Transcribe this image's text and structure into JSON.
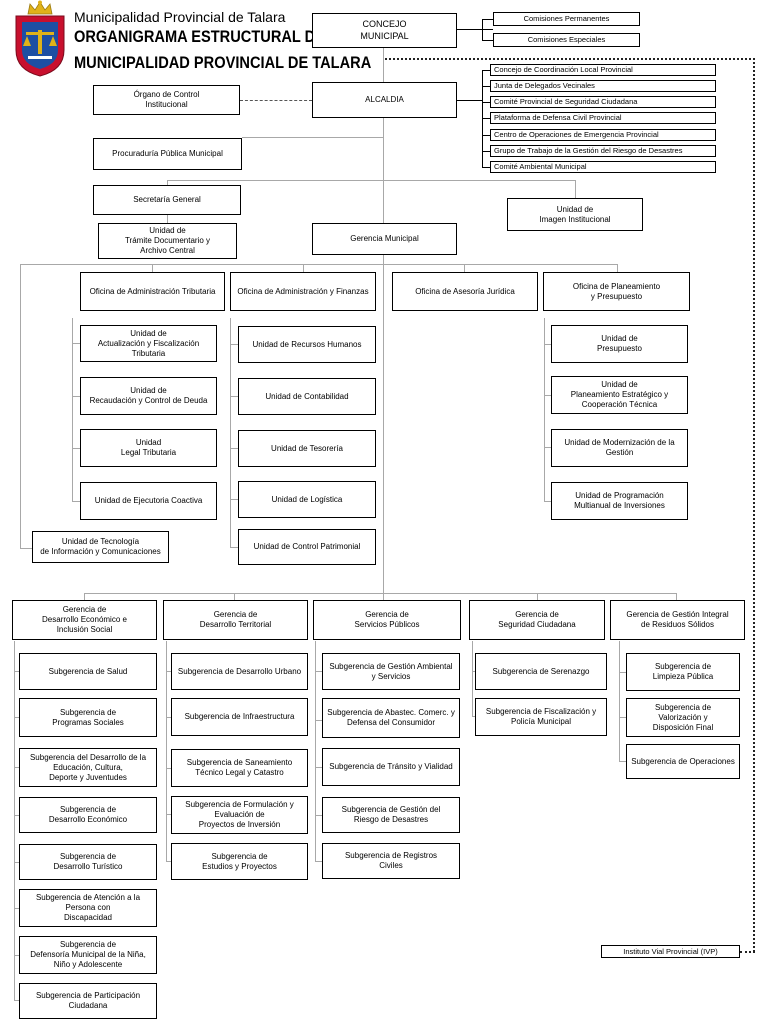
{
  "header": {
    "line1": "Municipalidad Provincial de Talara",
    "line2": "ORGANIGRAMA ESTRUCTURAL DE LA",
    "line3": "MUNICIPALIDAD PROVINCIAL DE TALARA"
  },
  "top": {
    "concejo": "CONCEJO\nMUNICIPAL",
    "comisiones": [
      "Comisiones Permanentes",
      "Comisiones Especiales"
    ],
    "alcaldia": "ALCALDIA",
    "organo_control": "Órgano de Control\nInstitucional",
    "procuraduria": "Procuraduría Pública Municipal",
    "secretaria": "Secretaría General",
    "tramite": "Unidad de\nTrámite Documentario y\nArchivo Central",
    "gerencia_municipal": "Gerencia Municipal",
    "imagen": "Unidad de\nImagen Institucional",
    "tecnologia": "Unidad de Tecnología\nde Información y Comunicaciones",
    "ivp": "Instituto Vial Provincial (IVP)"
  },
  "consultivos": [
    "Concejo de Coordinación Local Provincial",
    "Junta de Delegados Vecinales",
    "Comité Provincial de Seguridad Ciudadana",
    "Plataforma  de Defensa Civil Provincial",
    "Centro de Operaciones de Emergencia Provincial",
    "Grupo de Trabajo de la Gestión del Riesgo de Desastres",
    "Comité Ambiental Municipal"
  ],
  "oficinas": {
    "tributaria": {
      "label": "Oficina de Administración Tributaria",
      "units": [
        "Unidad de\nActualización y Fiscalización\nTributaria",
        "Unidad de\nRecaudación y Control de Deuda",
        "Unidad\nLegal Tributaria",
        "Unidad de Ejecutoria Coactiva"
      ]
    },
    "finanzas": {
      "label": "Oficina de Administración y Finanzas",
      "units": [
        "Unidad de Recursos Humanos",
        "Unidad de Contabilidad",
        "Unidad de Tesorería",
        "Unidad de Logística",
        "Unidad de Control Patrimonial"
      ]
    },
    "juridica": {
      "label": "Oficina de Asesoría Jurídica"
    },
    "planeamiento": {
      "label": "Oficina de Planeamiento\ny Presupuesto",
      "units": [
        "Unidad de\nPresupuesto",
        "Unidad de\nPlaneamiento Estratégico y\nCooperación Técnica",
        "Unidad de Modernización de la\nGestión",
        "Unidad de Programación\nMultianual de Inversiones"
      ]
    }
  },
  "gerencias": [
    {
      "label": "Gerencia de\nDesarrollo Económico e\nInclusión Social",
      "subs": [
        "Subgerencia de Salud",
        "Subgerencia de\nProgramas Sociales",
        "Subgerencia del Desarrollo de la\nEducación, Cultura,\nDeporte y Juventudes",
        "Subgerencia de\nDesarrollo Económico",
        "Subgerencia de\nDesarrollo Turístico",
        "Subgerencia de Atención a la\nPersona con\nDiscapacidad",
        "Subgerencia de\nDefensoría Municipal de la Niña,\nNiño y Adolescente",
        "Subgerencia de Participación\nCiudadana"
      ]
    },
    {
      "label": "Gerencia de\nDesarrollo Territorial",
      "subs": [
        "Subgerencia de Desarrollo Urbano",
        "Subgerencia de Infraestructura",
        "Subgerencia de Saneamiento\nTécnico Legal y Catastro",
        "Subgerencia de Formulación y\nEvaluación de\nProyectos de Inversión",
        "Subgerencia de\nEstudios y Proyectos"
      ]
    },
    {
      "label": "Gerencia de\nServicios Públicos",
      "subs": [
        "Subgerencia de Gestión Ambiental\ny Servicios",
        "Subgerencia de Abastec. Comerc. y\nDefensa del Consumidor",
        "Subgerencia de Tránsito y Vialidad",
        "Subgerencia de Gestión del\nRiesgo de Desastres",
        "Subgerencia de Registros\nCiviles"
      ]
    },
    {
      "label": "Gerencia de\nSeguridad Ciudadana",
      "subs": [
        "Subgerencia de Serenazgo",
        "Subgerencia de Fiscalización y\nPolicía Municipal"
      ]
    },
    {
      "label": "Gerencia de Gestión Integral\nde Residuos Sólidos",
      "subs": [
        "Subgerencia de\nLimpieza Pública",
        "Subgerencia de\nValorización y\nDisposición Final",
        "Subgerencia de Operaciones"
      ]
    }
  ],
  "colors": {
    "shield_red": "#c8102e",
    "shield_blue": "#1e4fa3",
    "crown_gold": "#e0b21a",
    "line": "#a8a8a8"
  }
}
